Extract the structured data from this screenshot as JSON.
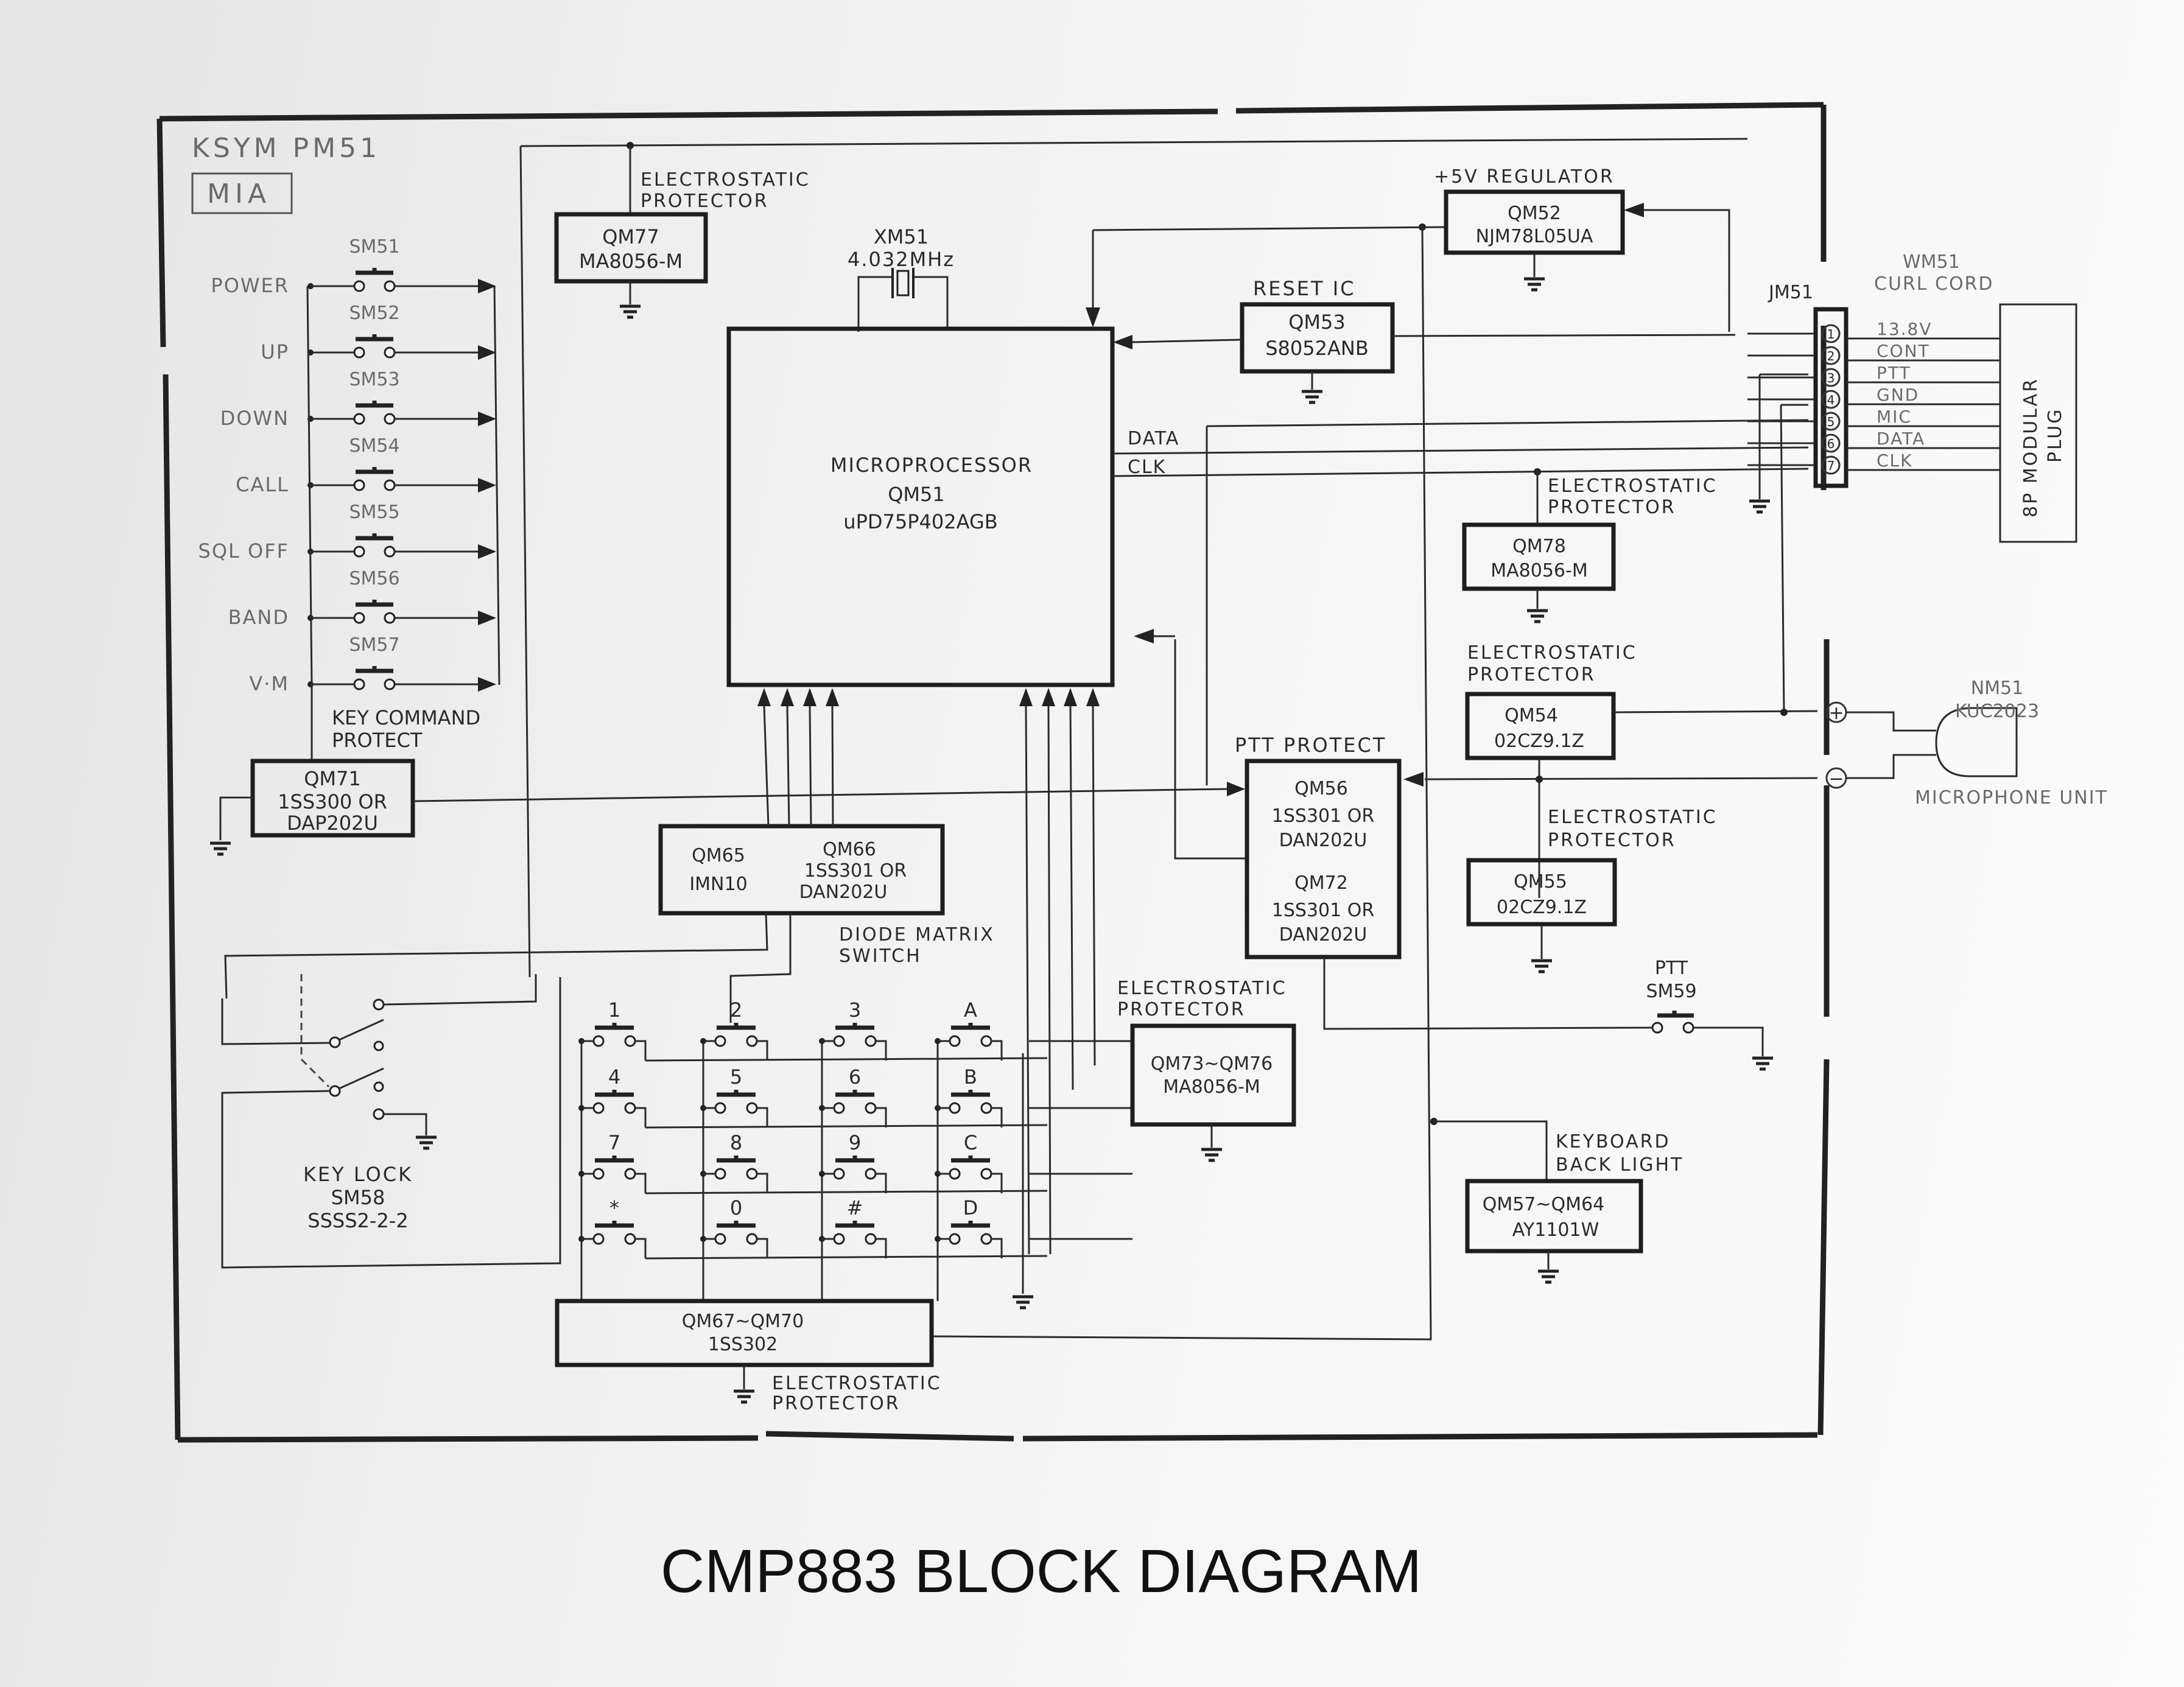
{
  "document": {
    "title": "CMP883 BLOCK DIAGRAM",
    "board": "KSYM PM51",
    "board_variant": "MIA"
  },
  "side_keys": [
    {
      "ref": "SM51",
      "label": "POWER"
    },
    {
      "ref": "SM52",
      "label": "UP"
    },
    {
      "ref": "SM53",
      "label": "DOWN"
    },
    {
      "ref": "SM54",
      "label": "CALL"
    },
    {
      "ref": "SM55",
      "label": "SQL OFF"
    },
    {
      "ref": "SM56",
      "label": "BAND"
    },
    {
      "ref": "SM57",
      "label": "V·M"
    }
  ],
  "blocks": {
    "qm77": {
      "caption": [
        "ELECTROSTATIC",
        "PROTECTOR"
      ],
      "ref": "QM77",
      "part": "MA8056-M"
    },
    "xm51": {
      "ref": "XM51",
      "part": "4.032MHz"
    },
    "qm51": {
      "name": "MICROPROCESSOR",
      "ref": "QM51",
      "part": "uPD75P402AGB"
    },
    "qm52": {
      "caption": "+5V REGULATOR",
      "ref": "QM52",
      "part": "NJM78L05UA"
    },
    "qm53": {
      "caption": "RESET IC",
      "ref": "QM53",
      "part": "S8052ANB"
    },
    "qm78": {
      "caption": [
        "ELECTROSTATIC",
        "PROTECTOR"
      ],
      "ref": "QM78",
      "part": "MA8056-M"
    },
    "qm54": {
      "caption": [
        "ELECTROSTATIC",
        "PROTECTOR"
      ],
      "ref": "QM54",
      "part": "02CZ9.1Z"
    },
    "qm55": {
      "caption": [
        "ELECTROSTATIC",
        "PROTECTOR"
      ],
      "ref": "QM55",
      "part": "02CZ9.1Z"
    },
    "qm56": {
      "caption": "PTT PROTECT",
      "ref": "QM56",
      "part": [
        "1SS301 OR",
        "DAN202U"
      ]
    },
    "qm72": {
      "ref": "QM72",
      "part": [
        "1SS301 OR",
        "DAN202U"
      ]
    },
    "qm71": {
      "caption": [
        "KEY COMMAND",
        "PROTECT"
      ],
      "ref": "QM71",
      "part": [
        "1SS300 OR",
        "DAP202U"
      ]
    },
    "qm65": {
      "ref": "QM65",
      "part": "IMN10"
    },
    "qm66": {
      "ref": "QM66",
      "part": [
        "1SS301 OR",
        "DAN202U"
      ]
    },
    "diode_matrix": {
      "caption": [
        "DIODE MATRIX",
        "SWITCH"
      ]
    },
    "qm73": {
      "caption": [
        "ELECTROSTATIC",
        "PROTECTOR"
      ],
      "ref": "QM73~QM76",
      "part": "MA8056-M"
    },
    "qm67": {
      "caption": [
        "ELECTROSTATIC",
        "PROTECTOR"
      ],
      "ref": "QM67~QM70",
      "part": "1SS302"
    },
    "qm57": {
      "caption": [
        "KEYBOARD",
        "BACK LIGHT"
      ],
      "ref": "QM57~QM64",
      "part": "AY1101W"
    },
    "sm58": {
      "caption": [
        "KEY LOCK",
        "SM58",
        "SSSS2-2-2"
      ]
    },
    "sm59": {
      "caption": [
        "PTT",
        "SM59"
      ]
    }
  },
  "signals": {
    "data": "DATA",
    "clk": "CLK"
  },
  "connector": {
    "ref": "JM51",
    "cord_ref": "WM51",
    "cord_name": "CURL CORD",
    "plug": [
      "8P MODULAR",
      "PLUG"
    ],
    "pins": [
      {
        "num": "1",
        "signal": "13.8V"
      },
      {
        "num": "2",
        "signal": "CONT"
      },
      {
        "num": "3",
        "signal": "PTT"
      },
      {
        "num": "4",
        "signal": "GND"
      },
      {
        "num": "5",
        "signal": "MIC"
      },
      {
        "num": "6",
        "signal": "DATA"
      },
      {
        "num": "7",
        "signal": "CLK"
      }
    ]
  },
  "microphone": {
    "ref": "NM51",
    "part": "KUC2023",
    "caption": "MICROPHONE UNIT",
    "plus": "+",
    "minus": "−"
  },
  "keypad": {
    "rows": [
      [
        "1",
        "2",
        "3",
        "A"
      ],
      [
        "4",
        "5",
        "6",
        "B"
      ],
      [
        "7",
        "8",
        "9",
        "C"
      ],
      [
        "*",
        "0",
        "#",
        "D"
      ]
    ]
  }
}
